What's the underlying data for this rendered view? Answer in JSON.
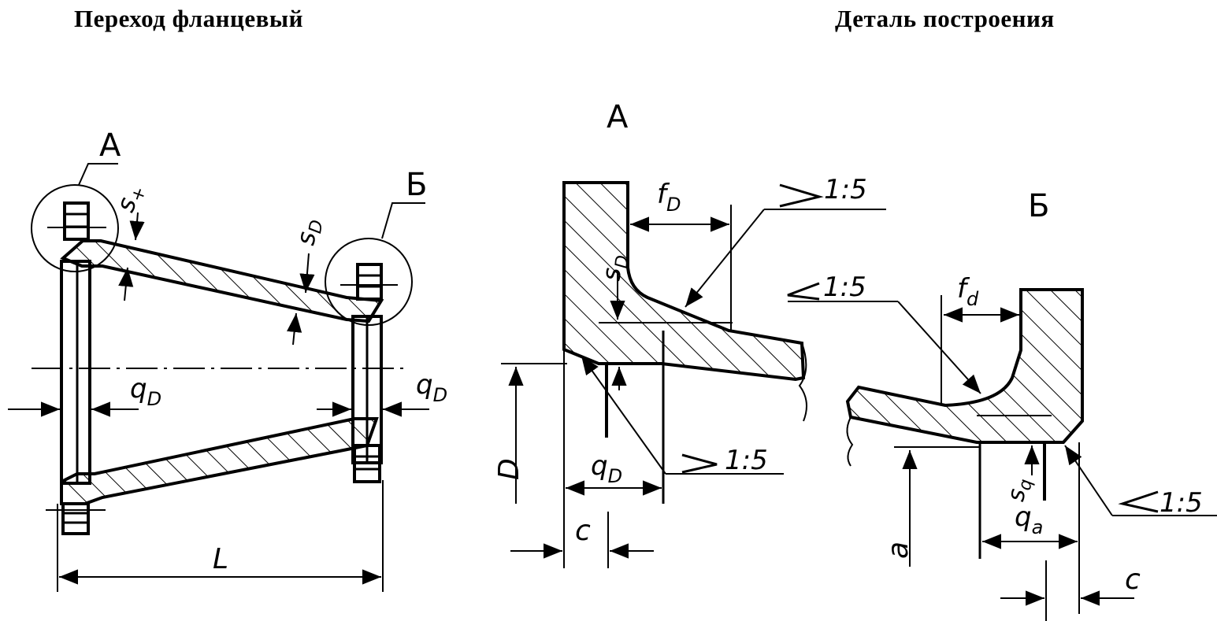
{
  "titles": {
    "left": "Переход  фланцевый",
    "right": "Деталь  построения"
  },
  "main_view": {
    "callout_a": "А",
    "callout_b": "Б",
    "dim_s_top": "s",
    "dim_s_top_sub": "+",
    "dim_s_mid": "s",
    "dim_s_mid_sub": "D",
    "dim_q_left": "q",
    "dim_q_left_sub": "D",
    "dim_q_right": "q",
    "dim_q_right_sub": "D",
    "dim_length": "L"
  },
  "detail_a": {
    "title": "А",
    "dim_f": "f",
    "dim_f_sub": "D",
    "dim_s": "s",
    "dim_s_sub": "D",
    "slope_top": "1:5",
    "slope_bottom": "1:5",
    "dim_q": "q",
    "dim_q_sub": "D",
    "dim_diameter": "D",
    "dim_c": "c"
  },
  "detail_b": {
    "title": "Б",
    "dim_f": "f",
    "dim_f_sub": "d",
    "slope_top": "1:5",
    "slope_bottom": "1:5",
    "dim_s": "s",
    "dim_s_sub": "q",
    "dim_q": "q",
    "dim_q_sub": "a",
    "dim_diameter": "a",
    "dim_c": "c"
  }
}
